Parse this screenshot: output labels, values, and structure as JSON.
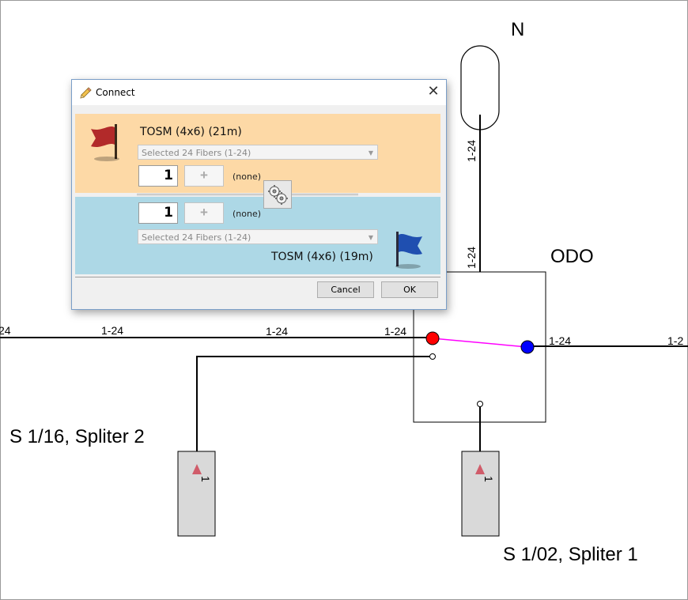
{
  "diagram": {
    "labels": {
      "north": "N",
      "odo": "ODO",
      "splitter_left": "S 1/16, Spliter 2",
      "splitter_right": "S 1/02, Spliter 1",
      "fiber_far_left": "24",
      "fiber_left": "1-24",
      "fiber_mid": "1-24",
      "fiber_into_odo": "1-24",
      "fiber_out_odo": "1-24",
      "fiber_far_right": "1-2",
      "fiber_north_upper": "1-24",
      "fiber_north_lower": "1-24",
      "splitter_left_port": "1",
      "splitter_right_port": "1"
    },
    "colors": {
      "connect_line": "#ff00ff",
      "left_node": "#ff0000",
      "right_node": "#0000ff",
      "splitter_fill": "#d9d9d9",
      "splitter_marker": "#d05c6a"
    }
  },
  "dialog": {
    "title": "Connect",
    "close_label": "✕",
    "top_cable": {
      "name": "TOSM (4x6) (21m)",
      "fiber_select": "Selected 24 Fibers (1-24)",
      "start_fiber": "1",
      "plus_label": "+",
      "none_label": "(none)",
      "flag_color": "#b22a2a"
    },
    "bottom_cable": {
      "name": "TOSM (4x6) (19m)",
      "fiber_select": "Selected 24 Fibers (1-24)",
      "start_fiber": "1",
      "plus_label": "+",
      "none_label": "(none)",
      "flag_color": "#1f4fb0"
    },
    "buttons": {
      "cancel": "Cancel",
      "ok": "OK"
    }
  }
}
